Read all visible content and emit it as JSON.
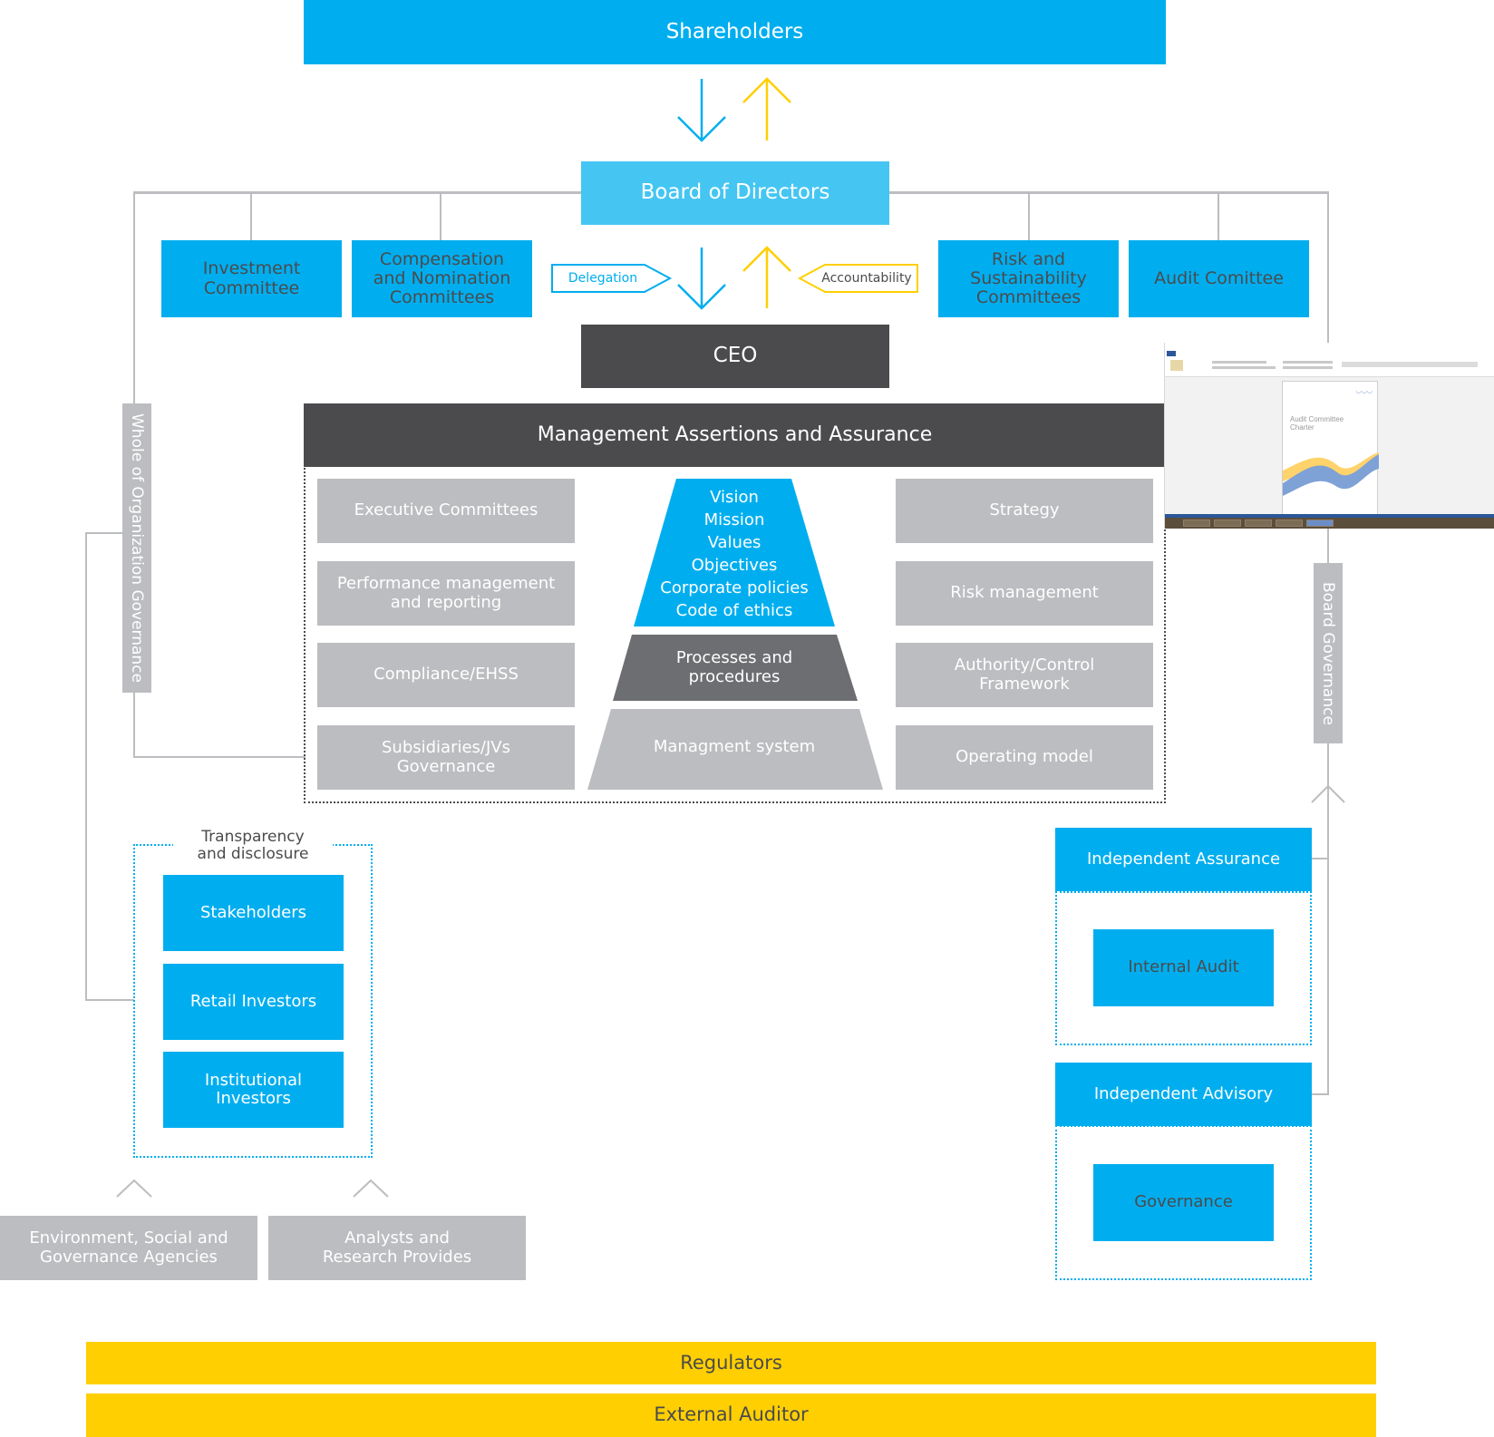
{
  "title": "Corporate Governance Framework",
  "colors": {
    "primary_blue": "#00aeef",
    "light_blue": "#45c6f2",
    "dark_gray": "#4b4b4d",
    "mid_gray": "#6d6e71",
    "light_gray": "#bcbdc0",
    "yellow": "#ffcf01"
  },
  "top": {
    "shareholders": "Shareholders",
    "board": "Board of Directors",
    "ceo": "CEO",
    "arrows": {
      "down_icon": "arrow-down-icon",
      "up_icon": "arrow-up-icon"
    }
  },
  "committees": {
    "left": [
      "Investment Committee",
      "Compensation and Nomination Committees"
    ],
    "right": [
      "Risk and Sustainability Committees",
      "Audit Comittee"
    ]
  },
  "flow_tags": {
    "delegation": "Delegation",
    "accountability": "Accountability"
  },
  "management": {
    "header": "Management Assertions and Assurance",
    "left_items": [
      "Executive Committees",
      "Performance management and reporting",
      "Compliance/EHSS",
      "Subsidiaries/JVs Governance"
    ],
    "right_items": [
      "Strategy",
      "Risk management",
      "Authority/Control Framework",
      "Operating model"
    ],
    "pyramid": {
      "top_lines": [
        "Vision",
        "Mission",
        "Values",
        "Objectives",
        "Corporate policies",
        "Code of ethics"
      ],
      "middle": "Processes and procedures",
      "bottom": "Managment system"
    }
  },
  "side_labels": {
    "left": "Whole of Organization Governance",
    "right": "Board Governance"
  },
  "transparency": {
    "label": "Transparency and disclosure",
    "items": [
      "Stakeholders",
      "Retail Investors",
      "Institutional Investors"
    ]
  },
  "external_sources": [
    "Environment, Social and Governance Agencies",
    "Analysts and Research Provides"
  ],
  "independent": {
    "assurance": {
      "header": "Independent Assurance",
      "item": "Internal Audit"
    },
    "advisory": {
      "header": "Independent Advisory",
      "item": "Governance"
    }
  },
  "footer_bars": [
    "Regulators",
    "External Auditor"
  ],
  "embedded_document": {
    "title_lines": [
      "Audit Committee",
      "Charter"
    ]
  }
}
